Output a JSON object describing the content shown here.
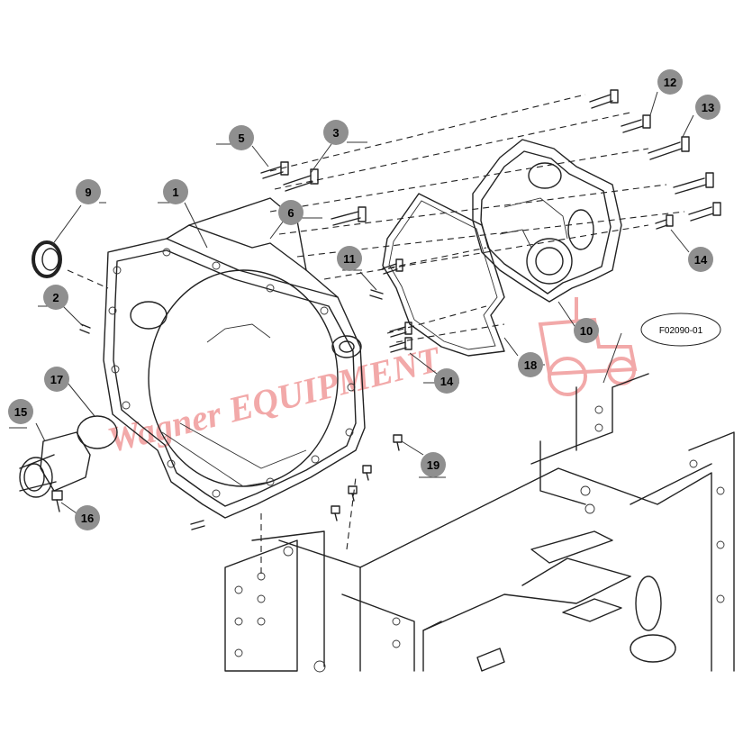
{
  "figure_ref": "F02090-01",
  "watermark": {
    "text": "Wagner EQUIPMENT",
    "logo": "tractor-icon"
  },
  "callouts": [
    {
      "id": "callout-1",
      "label": "1"
    },
    {
      "id": "callout-2",
      "label": "2"
    },
    {
      "id": "callout-3",
      "label": "3"
    },
    {
      "id": "callout-5",
      "label": "5"
    },
    {
      "id": "callout-6",
      "label": "6"
    },
    {
      "id": "callout-9",
      "label": "9"
    },
    {
      "id": "callout-10",
      "label": "10"
    },
    {
      "id": "callout-11",
      "label": "11"
    },
    {
      "id": "callout-12",
      "label": "12"
    },
    {
      "id": "callout-13",
      "label": "13"
    },
    {
      "id": "callout-14a",
      "label": "14"
    },
    {
      "id": "callout-14b",
      "label": "14"
    },
    {
      "id": "callout-15",
      "label": "15"
    },
    {
      "id": "callout-16",
      "label": "16"
    },
    {
      "id": "callout-17",
      "label": "17"
    },
    {
      "id": "callout-18",
      "label": "18"
    },
    {
      "id": "callout-19",
      "label": "19"
    }
  ]
}
